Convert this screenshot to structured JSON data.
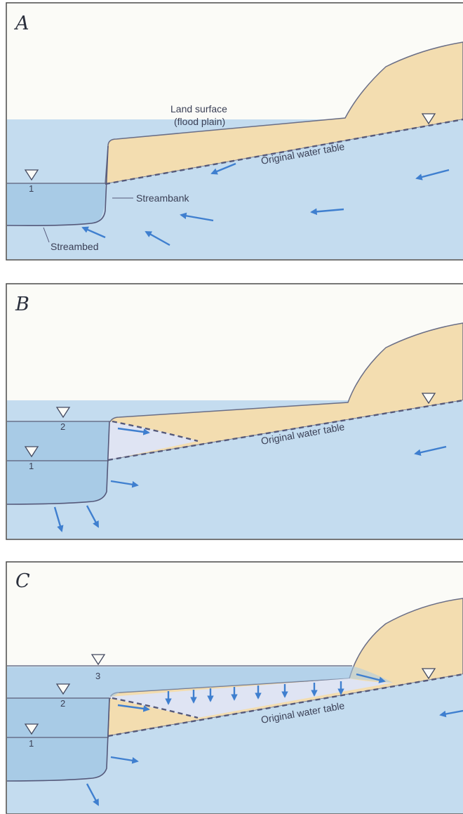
{
  "panels": [
    {
      "letter": "A",
      "labels": {
        "land_surface_1": "Land surface",
        "land_surface_2": "(flood plain)",
        "water_table": "Original water table",
        "streambank": "Streambank",
        "streambed": "Streambed"
      },
      "stage_numbers": [
        "1"
      ]
    },
    {
      "letter": "B",
      "labels": {
        "water_table": "Original water table"
      },
      "stage_numbers": [
        "2",
        "1"
      ]
    },
    {
      "letter": "C",
      "labels": {
        "water_table": "Original water table"
      },
      "stage_numbers": [
        "3",
        "2",
        "1"
      ]
    }
  ],
  "colors": {
    "groundwater": "#c4dcef",
    "stream_water": "#a8cbe6",
    "land": "#f3ddb0",
    "bank_storage": "#dfe4f3",
    "arrow": "#3f7fcf"
  }
}
